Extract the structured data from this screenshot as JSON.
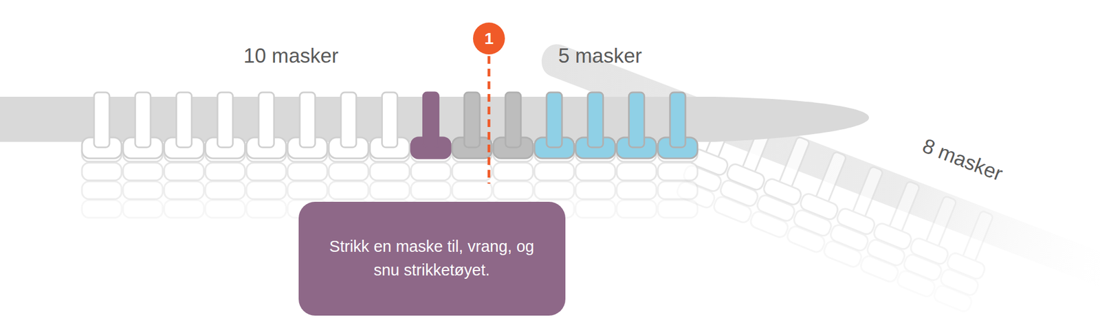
{
  "diagram": {
    "nodes": [
      {
        "text": [
          "Strikk en maske til, vrang, og snu strikketøyet."
        ]
      }
    ],
    "labels": [
      "10 masker",
      "5 masker",
      "8 masker",
      "1"
    ]
  }
}
